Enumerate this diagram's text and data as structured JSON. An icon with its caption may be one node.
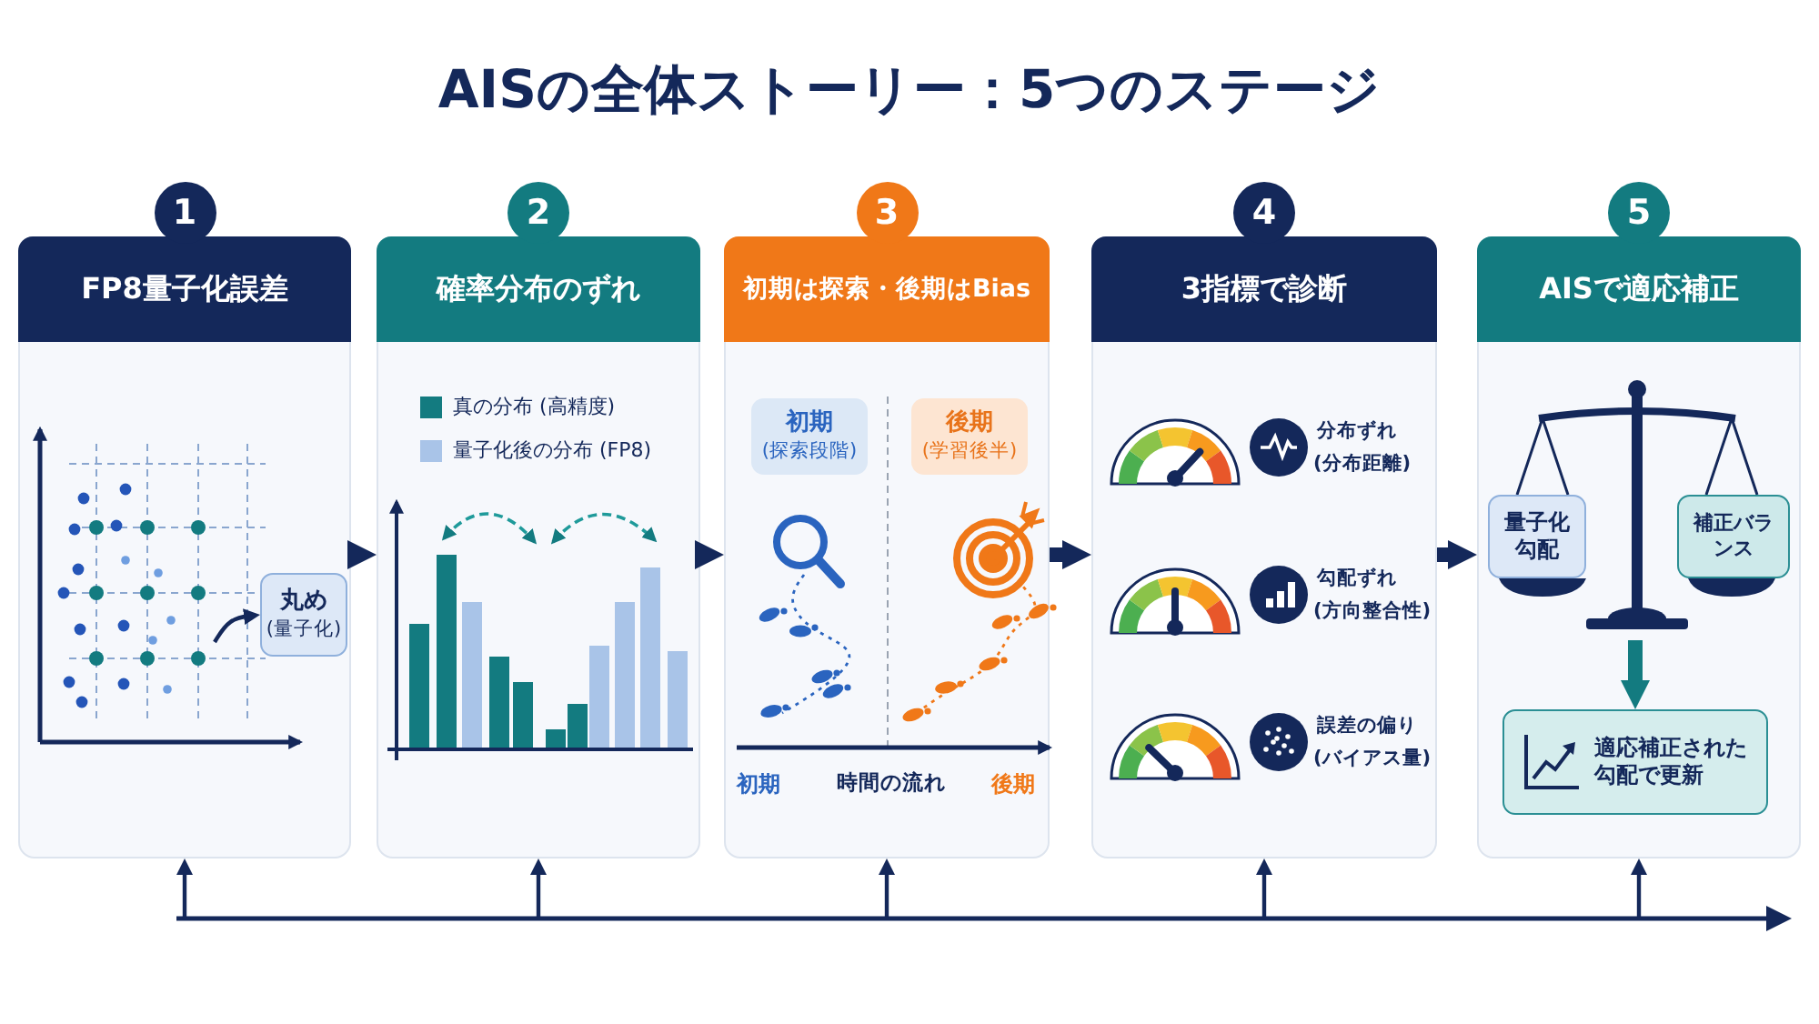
{
  "diagram": {
    "title": "AISの全体ストーリー：5つのステージ",
    "nodes": [
      {
        "text": [
          "1",
          "FP8量子化誤差"
        ]
      },
      {
        "text": [
          "2",
          "確率分布のずれ"
        ]
      },
      {
        "text": [
          "3",
          "初期は探索・後期はBias"
        ]
      },
      {
        "text": [
          "4",
          "3指標で診断"
        ]
      },
      {
        "text": [
          "5",
          "AISで適応補正"
        ]
      },
      {
        "text": [
          "丸め",
          "(量子化)"
        ],
        "in": 0
      },
      {
        "text": [
          "初期",
          "(探索段階)"
        ],
        "in": 2
      },
      {
        "text": [
          "後期",
          "(学習後半)"
        ],
        "in": 2
      },
      {
        "text": [],
        "shape": "picture",
        "in": 4
      },
      {
        "text": [
          "量子化勾配"
        ],
        "in": 4
      },
      {
        "text": [
          "補正バランス"
        ],
        "in": 4
      },
      {
        "text": [
          "適応補正された勾配で更新"
        ],
        "in": 4
      }
    ],
    "edges": [
      {
        "from": 0,
        "to": 1,
        "arrow": "to",
        "style": "thick"
      },
      {
        "from": 1,
        "to": 2,
        "arrow": "to",
        "style": "thick"
      },
      {
        "from": 2,
        "to": 3,
        "arrow": "to",
        "style": "thick"
      },
      {
        "from": 3,
        "to": 4,
        "arrow": "to",
        "style": "thick"
      },
      {
        "from": null,
        "to": 5,
        "arrow": "to"
      },
      {
        "from": 8,
        "to": 11,
        "arrow": "to",
        "style": "thick",
        "color": "#137b80"
      },
      {
        "from": null,
        "to": 0,
        "arrow": "to"
      },
      {
        "from": null,
        "to": 1,
        "arrow": "to"
      },
      {
        "from": null,
        "to": 2,
        "arrow": "to"
      },
      {
        "from": null,
        "to": 3,
        "arrow": "to"
      },
      {
        "from": null,
        "to": 4,
        "arrow": "to"
      }
    ],
    "labels": [
      "初期",
      "時間の流れ",
      "後期",
      "分布ずれ",
      "(分布距離)",
      "勾配ずれ",
      "(方向整合性)",
      "誤差の偏り",
      "(バイアス量)"
    ],
    "legend": [
      {
        "text": "真の分布 (高精度)",
        "color": "#137b80"
      },
      {
        "text": "量子化後の分布 (FP8)",
        "color": "#a9c4e8"
      }
    ]
  }
}
